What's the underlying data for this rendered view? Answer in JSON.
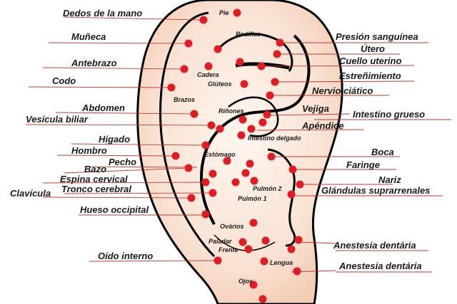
{
  "labels_left": [
    "Dedos de la mano",
    "Muñeca",
    "Antebrazo",
    "Codo",
    "Abdomen",
    "Vesícula biliar",
    "Hígado",
    "Hombro",
    "Pecho",
    "Bazo",
    "Espina cervical",
    "Clavícula",
    "Tronco cerebral",
    "Hueso occipital",
    "Oído interno"
  ],
  "labels_right": [
    "Presión sanguínea",
    "Útero",
    "Cuello uterino",
    "Estreñimiento",
    "Nervio ciático",
    "Vejiga",
    "Intestino grueso",
    "Apéndice",
    "Boca",
    "Faringe",
    "Nariz",
    "Glándulas suprarrenales",
    "Anestesia dentária",
    "Anestesia dentária"
  ],
  "labels_inner": [
    "Pie",
    "Rodillas",
    "Cadera",
    "Glúteos",
    "Brazos",
    "Riñones",
    "Intestino delgado",
    "Estómago",
    "Pulmón 2",
    "Pulmón 1",
    "Ovários",
    "Paladar",
    "Frente",
    "Lengua",
    "Ojos"
  ],
  "colors": {
    "point": "#e31b23",
    "line": "#c0392b",
    "skin": "#f7d9c4",
    "outline": "#000000"
  }
}
